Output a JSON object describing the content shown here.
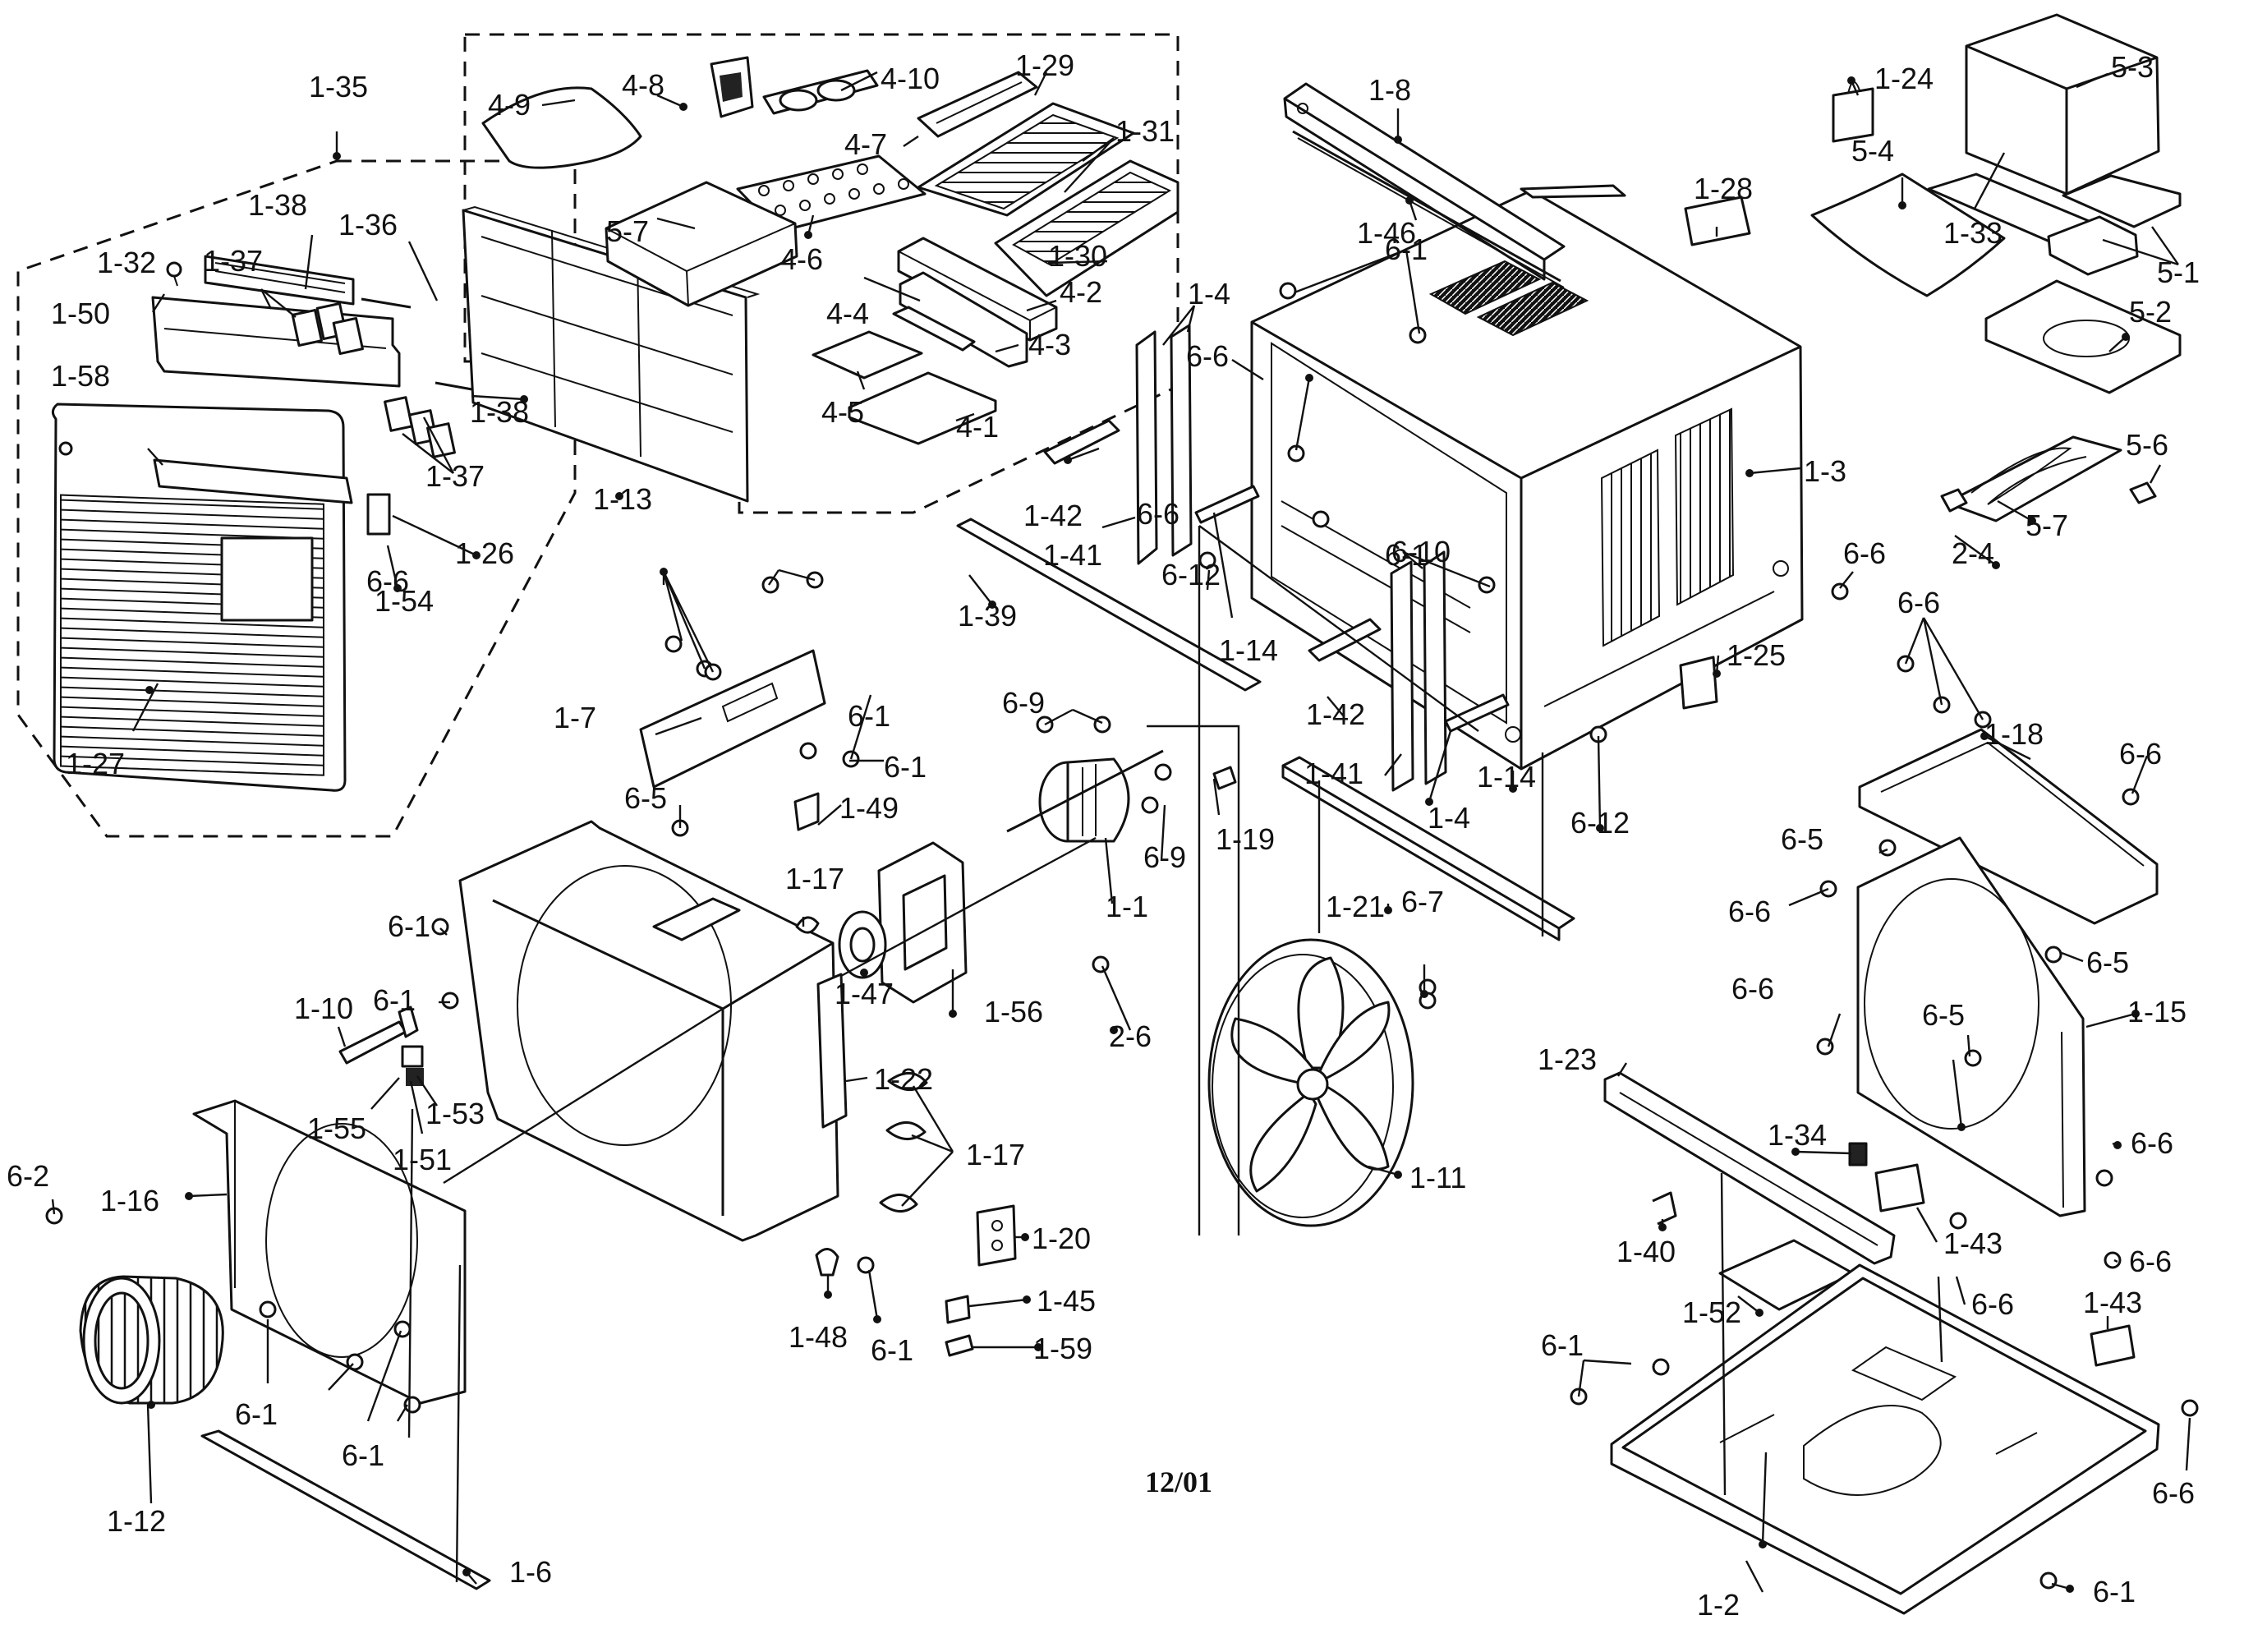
{
  "footer": {
    "date_code": "12/01"
  },
  "callouts": [
    {
      "id": "1-35",
      "text": "1-35"
    },
    {
      "id": "4-9",
      "text": "4-9"
    },
    {
      "id": "4-8",
      "text": "4-8"
    },
    {
      "id": "4-10",
      "text": "4-10"
    },
    {
      "id": "1-29",
      "text": "1-29"
    },
    {
      "id": "4-7",
      "text": "4-7"
    },
    {
      "id": "1-31",
      "text": "1-31"
    },
    {
      "id": "1-8",
      "text": "1-8"
    },
    {
      "id": "1-24",
      "text": "1-24"
    },
    {
      "id": "5-3",
      "text": "5-3"
    },
    {
      "id": "5-4",
      "text": "5-4"
    },
    {
      "id": "1-33",
      "text": "1-33"
    },
    {
      "id": "5-1",
      "text": "5-1"
    },
    {
      "id": "1-28",
      "text": "1-28"
    },
    {
      "id": "1-46",
      "text": "1-46"
    },
    {
      "id": "1-38a",
      "text": "1-38"
    },
    {
      "id": "1-36",
      "text": "1-36"
    },
    {
      "id": "1-32",
      "text": "1-32"
    },
    {
      "id": "1-37a",
      "text": "1-37"
    },
    {
      "id": "1-50",
      "text": "1-50"
    },
    {
      "id": "5-7a",
      "text": "5-7"
    },
    {
      "id": "4-6",
      "text": "4-6"
    },
    {
      "id": "1-30",
      "text": "1-30"
    },
    {
      "id": "6-1a",
      "text": "6-1"
    },
    {
      "id": "1-4a",
      "text": "1-4"
    },
    {
      "id": "5-2",
      "text": "5-2"
    },
    {
      "id": "4-2",
      "text": "4-2"
    },
    {
      "id": "4-4",
      "text": "4-4"
    },
    {
      "id": "1-58",
      "text": "1-58"
    },
    {
      "id": "1-38b",
      "text": "1-38"
    },
    {
      "id": "4-3",
      "text": "4-3"
    },
    {
      "id": "6-6a",
      "text": "6-6"
    },
    {
      "id": "1-3",
      "text": "1-3"
    },
    {
      "id": "5-6",
      "text": "5-6"
    },
    {
      "id": "4-5",
      "text": "4-5"
    },
    {
      "id": "4-1",
      "text": "4-1"
    },
    {
      "id": "1-37b",
      "text": "1-37"
    },
    {
      "id": "1-13",
      "text": "1-13"
    },
    {
      "id": "1-42a",
      "text": "1-42"
    },
    {
      "id": "6-10",
      "text": "6-10"
    },
    {
      "id": "5-7b",
      "text": "5-7"
    },
    {
      "id": "2-4",
      "text": "2-4"
    },
    {
      "id": "1-26",
      "text": "1-26"
    },
    {
      "id": "6-6b",
      "text": "6-6"
    },
    {
      "id": "6-6c",
      "text": "6-6"
    },
    {
      "id": "1-54",
      "text": "1-54"
    },
    {
      "id": "1-41a",
      "text": "1-41"
    },
    {
      "id": "6-12a",
      "text": "6-12"
    },
    {
      "id": "1-39",
      "text": "1-39"
    },
    {
      "id": "1-14a",
      "text": "1-14"
    },
    {
      "id": "6-1b",
      "text": "6-1"
    },
    {
      "id": "6-6d",
      "text": "6-6"
    },
    {
      "id": "1-25",
      "text": "1-25"
    },
    {
      "id": "6-6e",
      "text": "6-6"
    },
    {
      "id": "1-42b",
      "text": "1-42"
    },
    {
      "id": "1-7",
      "text": "1-7"
    },
    {
      "id": "6-1c",
      "text": "6-1"
    },
    {
      "id": "6-9a",
      "text": "6-9"
    },
    {
      "id": "1-18",
      "text": "1-18"
    },
    {
      "id": "6-6f",
      "text": "6-6"
    },
    {
      "id": "1-27",
      "text": "1-27"
    },
    {
      "id": "6-1d",
      "text": "6-1"
    },
    {
      "id": "1-41b",
      "text": "1-41"
    },
    {
      "id": "1-14b",
      "text": "1-14"
    },
    {
      "id": "1-49",
      "text": "1-49"
    },
    {
      "id": "6-5a",
      "text": "6-5"
    },
    {
      "id": "1-4b",
      "text": "1-4"
    },
    {
      "id": "6-12b",
      "text": "6-12"
    },
    {
      "id": "6-5b",
      "text": "6-5"
    },
    {
      "id": "1-19",
      "text": "1-19"
    },
    {
      "id": "6-9b",
      "text": "6-9"
    },
    {
      "id": "1-17a",
      "text": "1-17"
    },
    {
      "id": "6-6g",
      "text": "6-6"
    },
    {
      "id": "1-21",
      "text": "1-21"
    },
    {
      "id": "6-1e",
      "text": "6-1"
    },
    {
      "id": "1-1",
      "text": "1-1"
    },
    {
      "id": "6-5c",
      "text": "6-5"
    },
    {
      "id": "1-47",
      "text": "1-47"
    },
    {
      "id": "1-56",
      "text": "1-56"
    },
    {
      "id": "6-7",
      "text": "6-7"
    },
    {
      "id": "6-6h",
      "text": "6-6"
    },
    {
      "id": "1-10",
      "text": "1-10"
    },
    {
      "id": "6-1f",
      "text": "6-1"
    },
    {
      "id": "2-6",
      "text": "2-6"
    },
    {
      "id": "1-15",
      "text": "1-15"
    },
    {
      "id": "6-5d",
      "text": "6-5"
    },
    {
      "id": "1-22",
      "text": "1-22"
    },
    {
      "id": "1-23",
      "text": "1-23"
    },
    {
      "id": "1-55",
      "text": "1-55"
    },
    {
      "id": "1-53",
      "text": "1-53"
    },
    {
      "id": "1-51",
      "text": "1-51"
    },
    {
      "id": "1-17b",
      "text": "1-17"
    },
    {
      "id": "6-6i",
      "text": "6-6"
    },
    {
      "id": "1-34",
      "text": "1-34"
    },
    {
      "id": "6-2",
      "text": "6-2"
    },
    {
      "id": "1-16",
      "text": "1-16"
    },
    {
      "id": "1-11",
      "text": "1-11"
    },
    {
      "id": "1-40",
      "text": "1-40"
    },
    {
      "id": "1-20",
      "text": "1-20"
    },
    {
      "id": "1-43a",
      "text": "1-43"
    },
    {
      "id": "6-6j",
      "text": "6-6"
    },
    {
      "id": "1-45",
      "text": "1-45"
    },
    {
      "id": "1-52",
      "text": "1-52"
    },
    {
      "id": "6-6k",
      "text": "6-6"
    },
    {
      "id": "1-43b",
      "text": "1-43"
    },
    {
      "id": "1-48",
      "text": "1-48"
    },
    {
      "id": "6-1g",
      "text": "6-1"
    },
    {
      "id": "1-59",
      "text": "1-59"
    },
    {
      "id": "6-1h",
      "text": "6-1"
    },
    {
      "id": "6-1i",
      "text": "6-1"
    },
    {
      "id": "6-1j",
      "text": "6-1"
    },
    {
      "id": "1-12",
      "text": "1-12"
    },
    {
      "id": "6-6l",
      "text": "6-6"
    },
    {
      "id": "1-6",
      "text": "1-6"
    },
    {
      "id": "1-2",
      "text": "1-2"
    },
    {
      "id": "6-1k",
      "text": "6-1"
    }
  ]
}
